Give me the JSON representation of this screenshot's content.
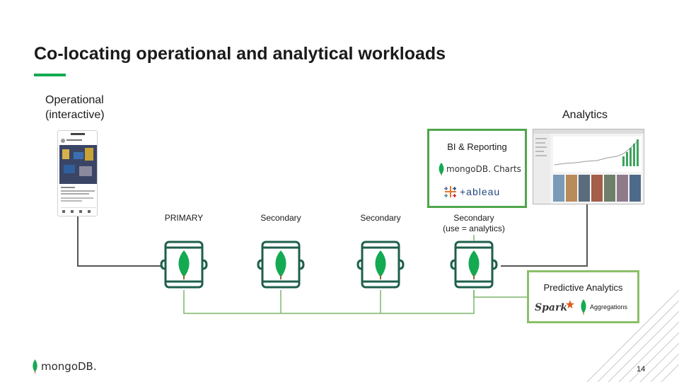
{
  "slide": {
    "title": "Co-locating operational and analytical workloads",
    "page_number": "14"
  },
  "operational": {
    "label_line1": "Operational",
    "label_line2": "(interactive)"
  },
  "analytics": {
    "label": "Analytics"
  },
  "bi_reporting": {
    "title": "BI & Reporting",
    "mongodb_charts_logo": "mongoDB. Charts",
    "tableau_logo": "+ableau"
  },
  "nodes": [
    {
      "label": "PRIMARY",
      "sublabel": ""
    },
    {
      "label": "Secondary",
      "sublabel": ""
    },
    {
      "label": "Secondary",
      "sublabel": ""
    },
    {
      "label": "Secondary",
      "sublabel": "(use = analytics)"
    }
  ],
  "predictive": {
    "title": "Predictive Analytics",
    "spark_logo": "Spark",
    "aggregations": "Aggregations"
  },
  "footer": {
    "logo_text": "mongoDB."
  },
  "colors": {
    "accent_green": "#13aa52",
    "node_dark_green": "#1e5f4c",
    "leaf_green": "#13aa52",
    "connector_green": "#7cb56a",
    "connector_gray": "#555555"
  },
  "icons": [
    "mongodb-leaf-icon",
    "phone-app-screenshot",
    "dashboard-screenshot"
  ]
}
